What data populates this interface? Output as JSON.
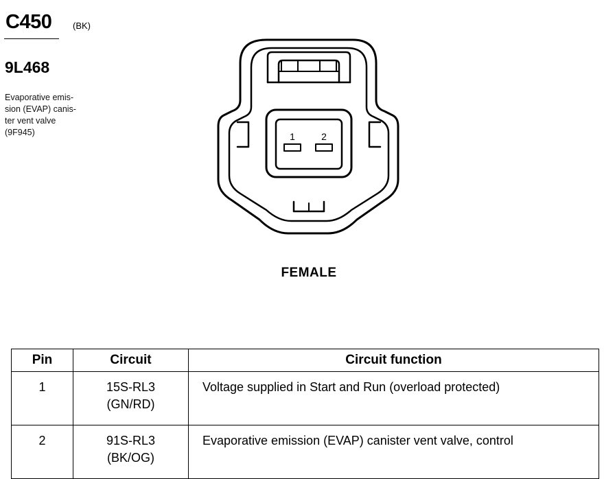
{
  "header": {
    "connector_id": "C450",
    "color_code": "(BK)",
    "part_number": "9L468",
    "description_lines": [
      "Evaporative emis-",
      "sion (EVAP) canis-",
      "ter vent valve",
      "(9F945)"
    ]
  },
  "diagram": {
    "pin_labels": [
      "1",
      "2"
    ],
    "gender": "FEMALE"
  },
  "table": {
    "headers": [
      "Pin",
      "Circuit",
      "Circuit function"
    ],
    "rows": [
      {
        "pin": "1",
        "circuit": "15S-RL3",
        "wire_color": "(GN/RD)",
        "function": "Voltage supplied in Start and Run (overload protected)"
      },
      {
        "pin": "2",
        "circuit": "91S-RL3",
        "wire_color": "(BK/OG)",
        "function": "Evaporative emission (EVAP) canister vent valve, control"
      }
    ]
  }
}
